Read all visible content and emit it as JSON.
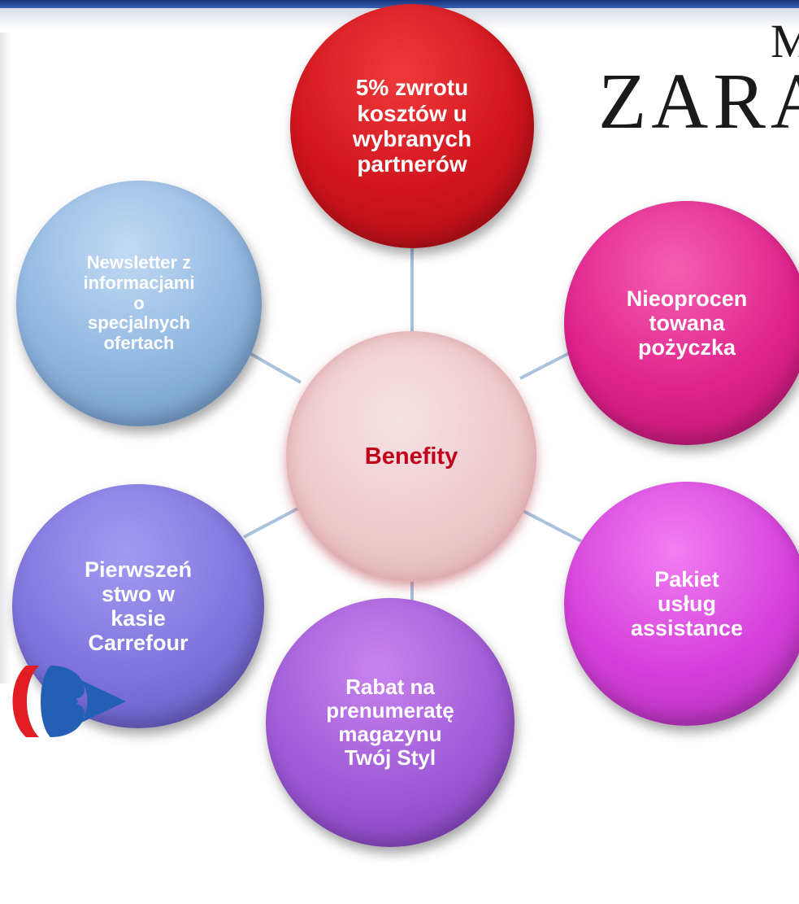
{
  "diagram": {
    "center": {
      "label": "Benefity"
    },
    "benefits": [
      {
        "id": "top",
        "label": "5% zwrotu\nkosztów u\nwybranych\npartnerów",
        "color": "#d0141d"
      },
      {
        "id": "right-top",
        "label": "Nieoprocen\ntowana\npożyczka",
        "color": "#e0228c"
      },
      {
        "id": "right-bottom",
        "label": "Pakiet\nusług\nassistance",
        "color": "#d540da"
      },
      {
        "id": "bottom",
        "label": "Rabat na\nprenumeratę\nmagazynu\nTwój Styl",
        "color": "#a05ad7"
      },
      {
        "id": "left-bottom",
        "label": "Pierwszeń\nstwo w\nkasie\nCarrefour",
        "color": "#7f74dd"
      },
      {
        "id": "left-top",
        "label": "Newsletter z\ninformacjami\no\nspecjalnych\nofertach",
        "color": "#8fb6e1"
      }
    ],
    "connector_color": "#a9c2de",
    "center_label_color": "#c0001b"
  },
  "logos": {
    "zara": "ZARA",
    "m": "M",
    "carrefour_icon": "carrefour-logo-icon"
  },
  "header_bar_color": "#16337a"
}
